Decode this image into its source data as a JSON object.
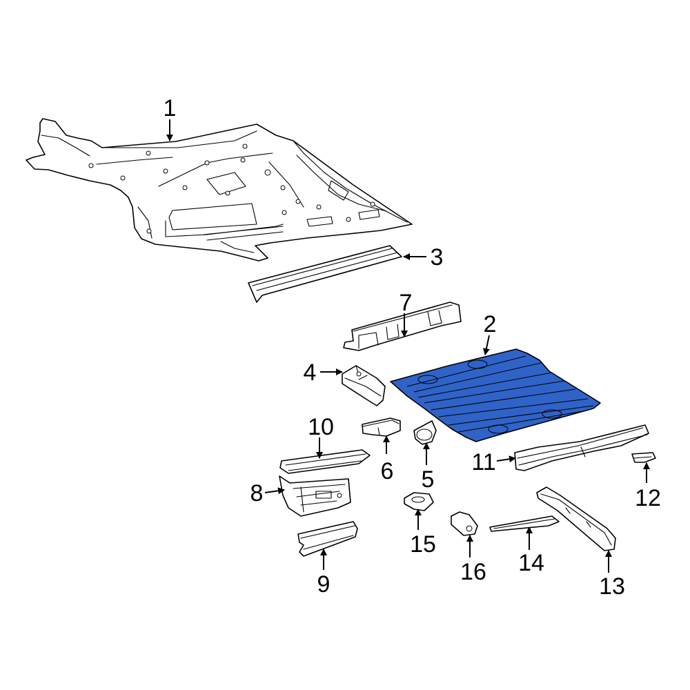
{
  "highlight_color": "#2f63c8",
  "callouts": {
    "c1": "1",
    "c2": "2",
    "c3": "3",
    "c4": "4",
    "c5": "5",
    "c6": "6",
    "c7": "7",
    "c8": "8",
    "c9": "9",
    "c10": "10",
    "c11": "11",
    "c12": "12",
    "c13": "13",
    "c14": "14",
    "c15": "15",
    "c16": "16"
  }
}
